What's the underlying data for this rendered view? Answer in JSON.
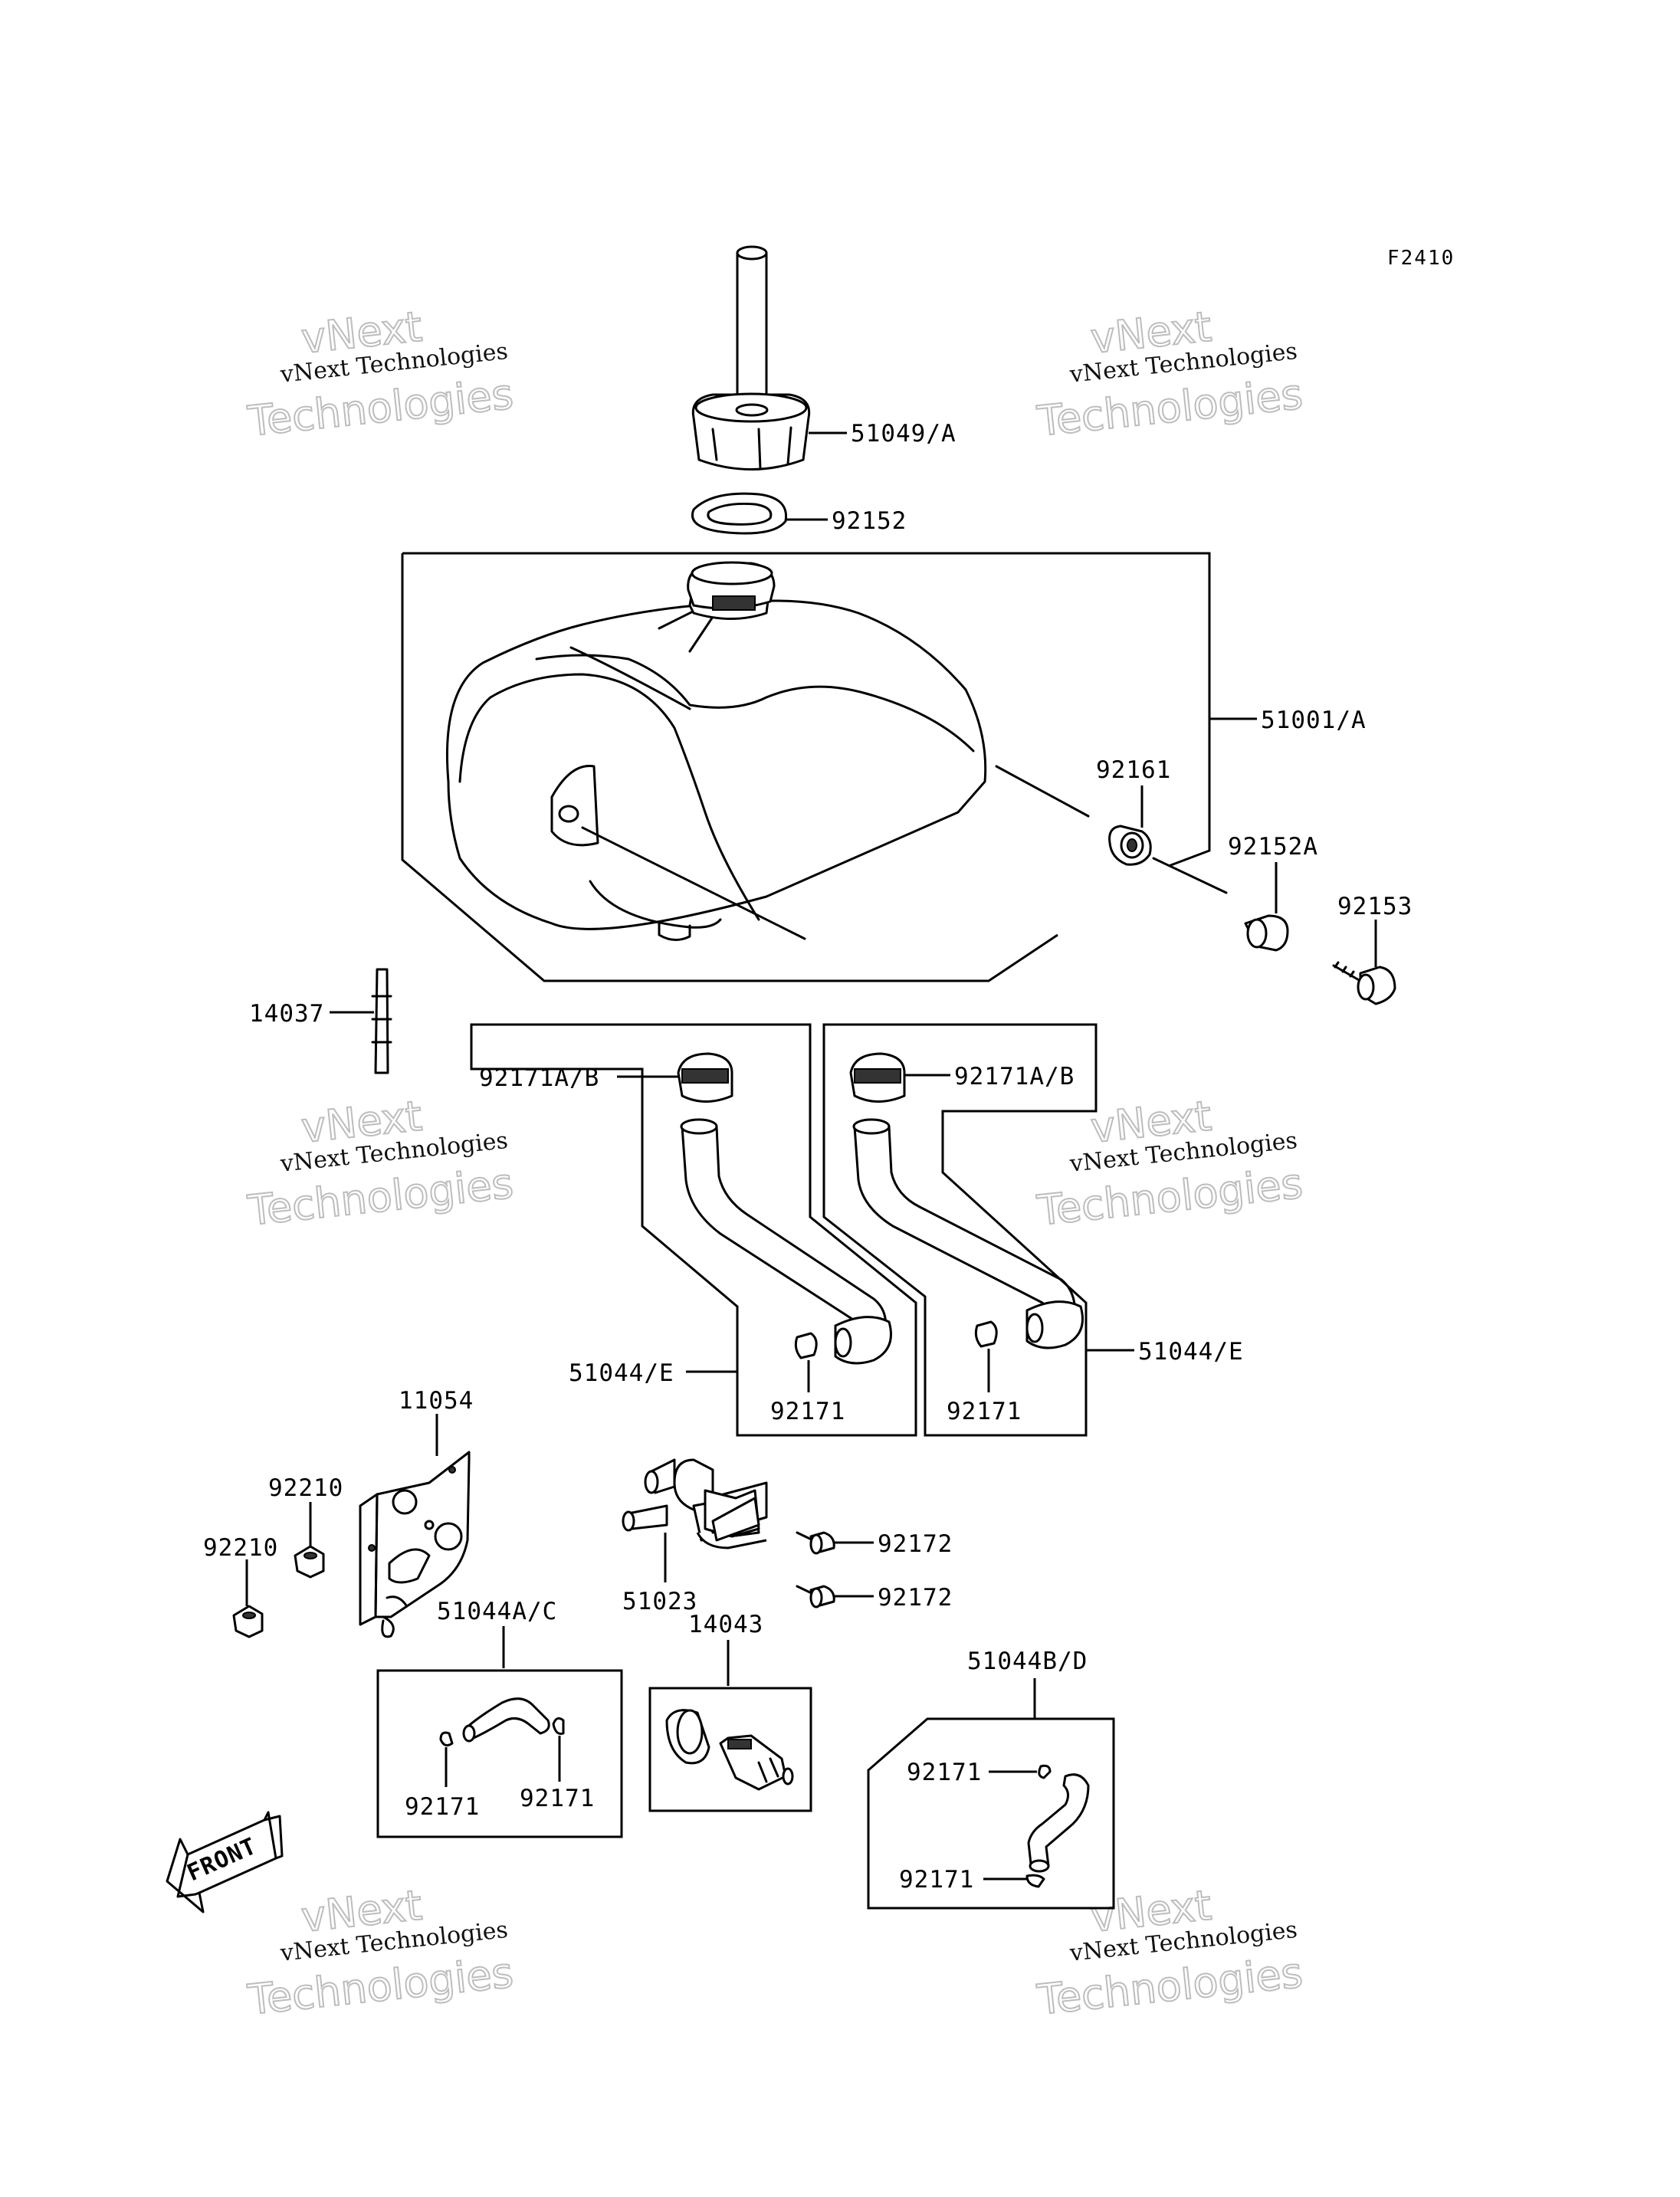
{
  "figure_code": "F2410",
  "watermark": {
    "line1": "vNext",
    "line2": "vNext Technologies",
    "line3": "Technologies"
  },
  "front_arrow_label": "FRONT",
  "parts": {
    "cap": "51049/A",
    "cap_gasket": "92152",
    "fuel_tank": "51001/A",
    "grommet": "92161",
    "collar": "92152A",
    "bolt": "92153",
    "band": "14037",
    "clamp_left": "92171A/B",
    "clamp_right": "92171A/B",
    "hose_left": "51044/E",
    "hose_right": "51044/E",
    "clip_left": "92171",
    "clip_right": "92171",
    "bracket": "11054",
    "nut_upper": "92210",
    "nut_lower": "92210",
    "fuel_cock": "51023",
    "screw_upper": "92172",
    "screw_lower": "92172",
    "hose_ac": "51044A/C",
    "clip_ac_left": "92171",
    "clip_ac_right": "92171",
    "filter": "14043",
    "hose_bd": "51044B/D",
    "clip_bd_upper": "92171",
    "clip_bd_lower": "92171"
  }
}
